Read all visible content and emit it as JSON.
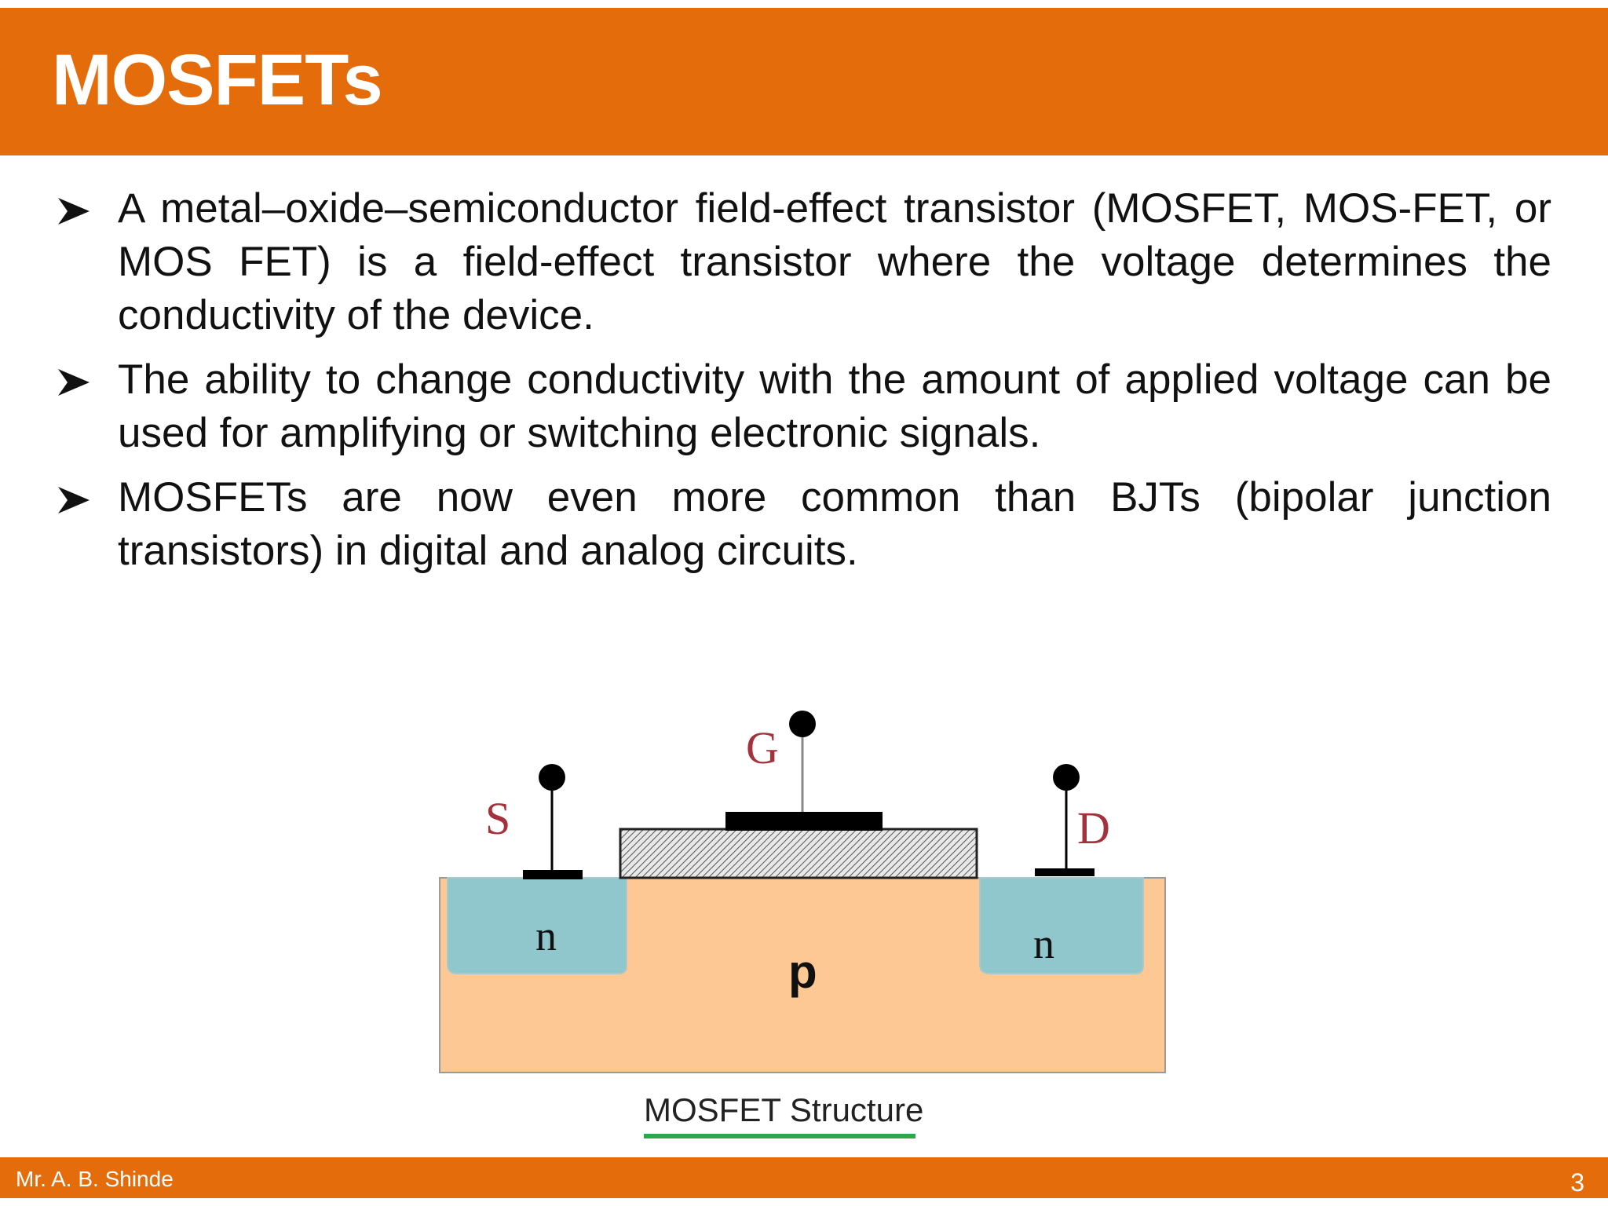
{
  "slide": {
    "title": "MOSFETs",
    "bullets": [
      "A metal–oxide–semiconductor field-effect transistor (MOSFET, MOS-FET, or MOS FET) is a field-effect transistor where the voltage determines the conductivity of the device.",
      "The ability to change conductivity with the amount of applied voltage can be used for amplifying or switching electronic signals.",
      "MOSFETs are now even more common than BJTs (bipolar junction transistors) in digital and analog circuits."
    ],
    "bullet_icon": "arrowhead-bullet-icon"
  },
  "diagram": {
    "labels": {
      "source": "S",
      "gate": "G",
      "drain": "D",
      "n_left": "n",
      "n_right": "n",
      "substrate": "p"
    },
    "caption": "MOSFET Structure",
    "colors": {
      "substrate": "#fdc894",
      "n_region": "#8fc7cd",
      "terminal_label": "#a3323c",
      "caption_underline": "#2aa84a"
    }
  },
  "footer": {
    "author": "Mr. A. B. Shinde",
    "page_number": "3"
  },
  "theme": {
    "accent": "#e46c0a"
  }
}
